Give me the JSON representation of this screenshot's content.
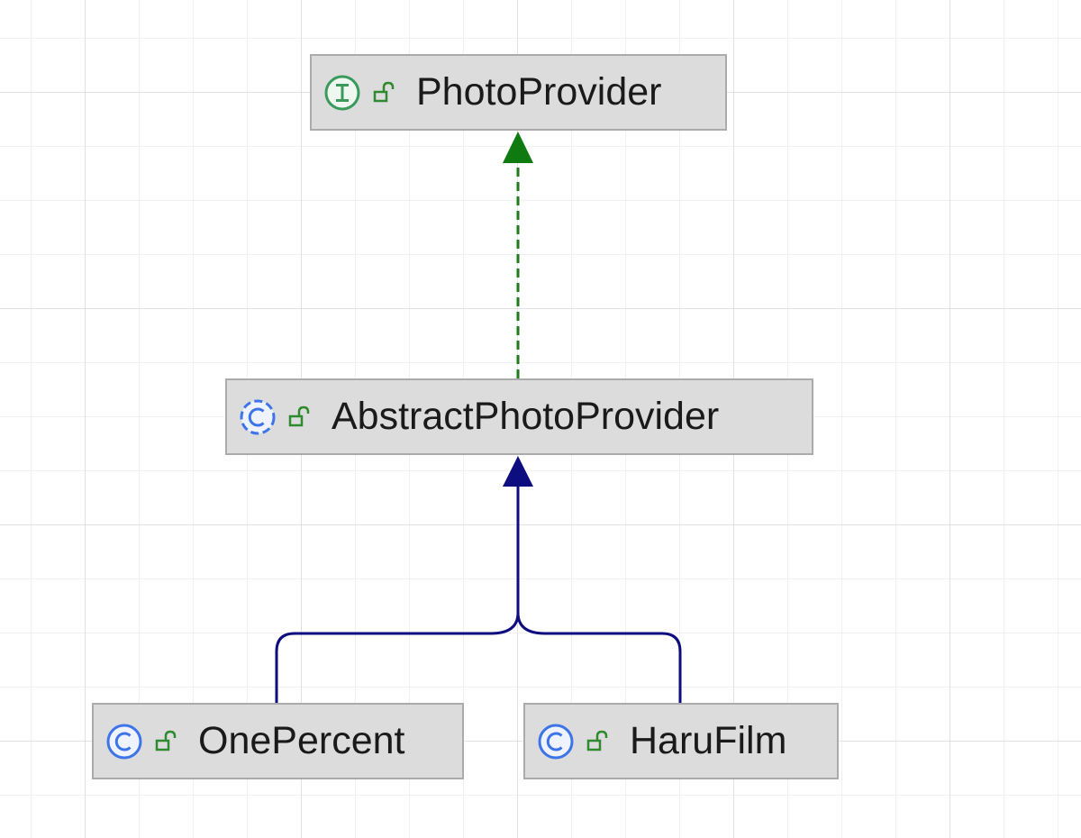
{
  "diagram": {
    "nodes": [
      {
        "id": "photo-provider",
        "label": "PhotoProvider",
        "kind": "interface",
        "kind_icon": "interface-icon",
        "visibility_icon": "public-lock-icon"
      },
      {
        "id": "abstract-photo-provider",
        "label": "AbstractPhotoProvider",
        "kind": "abstract-class",
        "kind_icon": "abstract-class-icon",
        "visibility_icon": "public-lock-icon"
      },
      {
        "id": "one-percent",
        "label": "OnePercent",
        "kind": "class",
        "kind_icon": "class-icon",
        "visibility_icon": "public-lock-icon"
      },
      {
        "id": "haru-film",
        "label": "HaruFilm",
        "kind": "class",
        "kind_icon": "class-icon",
        "visibility_icon": "public-lock-icon"
      }
    ],
    "edges": [
      {
        "from": "abstract-photo-provider",
        "to": "photo-provider",
        "type": "implements",
        "style": "dashed",
        "color": "#1e7d1e"
      },
      {
        "from": "one-percent",
        "to": "abstract-photo-provider",
        "type": "extends",
        "style": "solid",
        "color": "#0d0d80"
      },
      {
        "from": "haru-film",
        "to": "abstract-photo-provider",
        "type": "extends",
        "style": "solid",
        "color": "#0d0d80"
      }
    ]
  },
  "colors": {
    "interface_icon": "#3a9a5c",
    "class_icon": "#3d74e8",
    "lock_icon": "#2f8a2f",
    "node_fill": "#dcdcdc",
    "node_border": "#ababab",
    "implements_edge": "#1e7d1e",
    "extends_edge": "#0d0d80"
  }
}
